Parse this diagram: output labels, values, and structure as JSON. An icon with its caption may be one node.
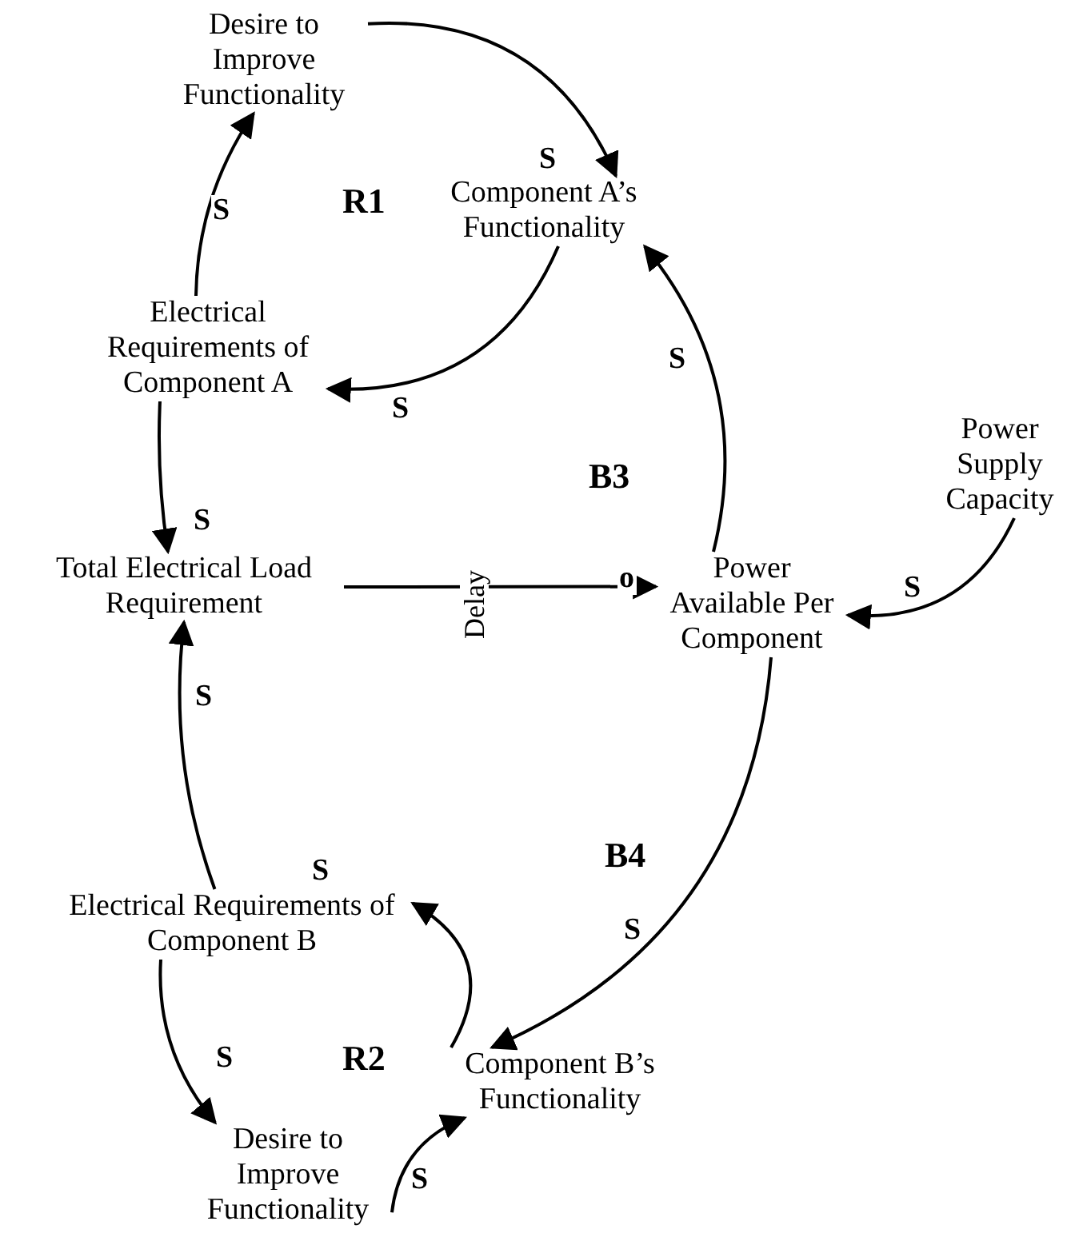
{
  "diagram": {
    "nodes": [
      {
        "text": [
          "Desire to Improve Functionality"
        ]
      },
      {
        "text": [
          "Component A’s Functionality"
        ]
      },
      {
        "text": [
          "Electrical Requirements of Component A"
        ]
      },
      {
        "text": [
          "Total Electrical Load Requirement"
        ]
      },
      {
        "text": [
          "Power Available Per Component"
        ]
      },
      {
        "text": [
          "Power Supply Capacity"
        ]
      },
      {
        "text": [
          "Electrical Requirements of Component B"
        ]
      },
      {
        "text": [
          "Component B’s Functionality"
        ]
      },
      {
        "text": [
          "Desire to Improve Functionality"
        ]
      }
    ],
    "edges": [
      {
        "from": 0,
        "to": 1,
        "arrow": "to",
        "label": "S"
      },
      {
        "from": 1,
        "to": 2,
        "arrow": "to",
        "label": "S"
      },
      {
        "from": 2,
        "to": 0,
        "arrow": "to",
        "label": "S"
      },
      {
        "from": 2,
        "to": 3,
        "arrow": "to",
        "label": "S"
      },
      {
        "from": 3,
        "to": 4,
        "arrow": "to",
        "label": "o"
      },
      {
        "from": 4,
        "to": 1,
        "arrow": "to",
        "label": "S"
      },
      {
        "from": 5,
        "to": 4,
        "arrow": "to",
        "label": "S"
      },
      {
        "from": 4,
        "to": 7,
        "arrow": "to",
        "label": "S"
      },
      {
        "from": 7,
        "to": 6,
        "arrow": "to",
        "label": "S"
      },
      {
        "from": 6,
        "to": 3,
        "arrow": "to",
        "label": "S"
      },
      {
        "from": 6,
        "to": 8,
        "arrow": "to",
        "label": "S"
      },
      {
        "from": 8,
        "to": 7,
        "arrow": "to",
        "label": "S"
      }
    ],
    "labels": [
      "R1",
      "B3",
      "Delay",
      "B4",
      "R2"
    ]
  }
}
